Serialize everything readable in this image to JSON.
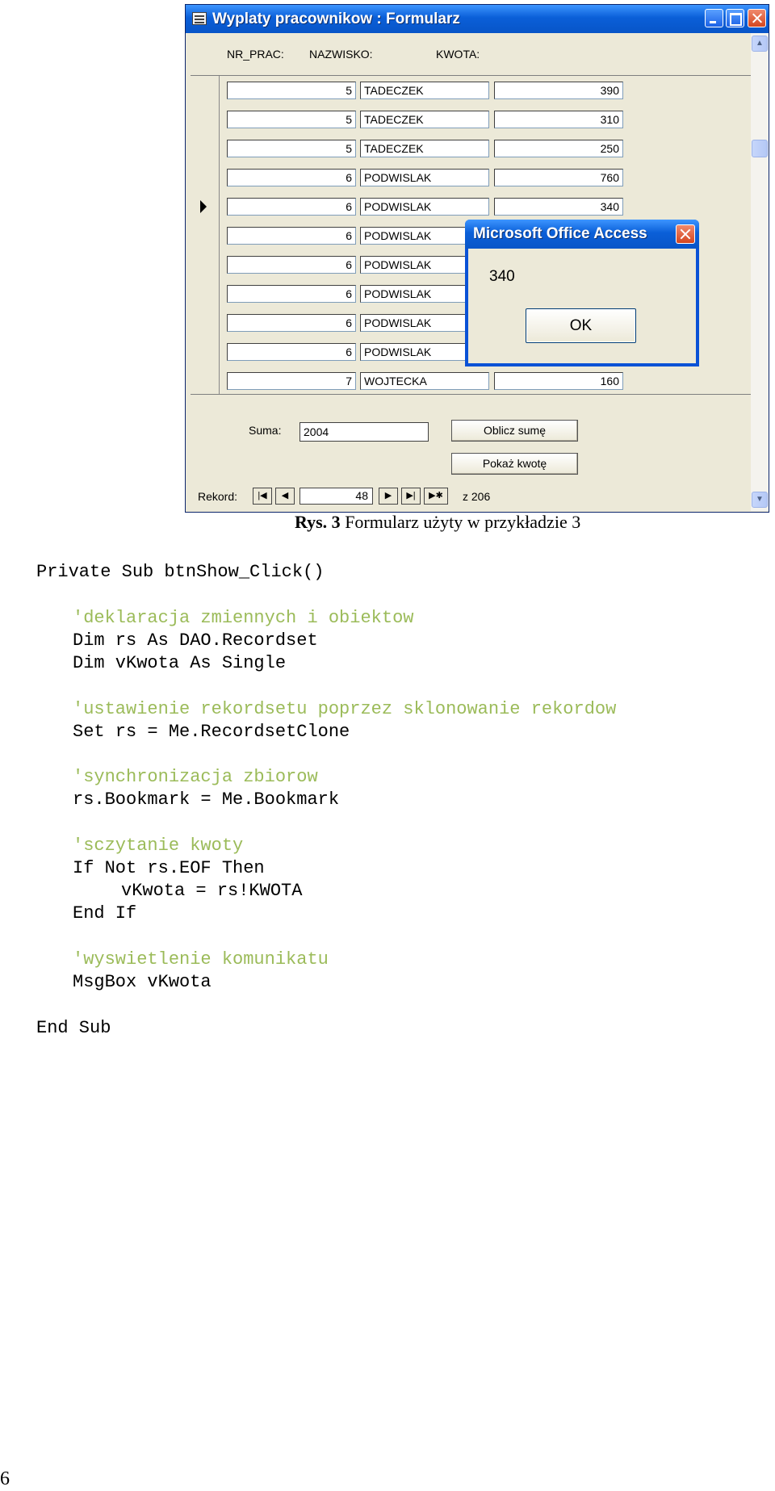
{
  "window": {
    "title": "Wyplaty pracownikow : Formularz",
    "headers": [
      "NR_PRAC:",
      "NAZWISKO:",
      "KWOTA:"
    ],
    "rows": [
      {
        "nr": "5",
        "nazwisko": "TADECZEK",
        "kwota": "390"
      },
      {
        "nr": "5",
        "nazwisko": "TADECZEK",
        "kwota": "310"
      },
      {
        "nr": "5",
        "nazwisko": "TADECZEK",
        "kwota": "250"
      },
      {
        "nr": "6",
        "nazwisko": "PODWISLAK",
        "kwota": "760"
      },
      {
        "nr": "6",
        "nazwisko": "PODWISLAK",
        "kwota": "340",
        "current": true
      },
      {
        "nr": "6",
        "nazwisko": "PODWISLAK",
        "kwota": ""
      },
      {
        "nr": "6",
        "nazwisko": "PODWISLAK",
        "kwota": ""
      },
      {
        "nr": "6",
        "nazwisko": "PODWISLAK",
        "kwota": ""
      },
      {
        "nr": "6",
        "nazwisko": "PODWISLAK",
        "kwota": ""
      },
      {
        "nr": "6",
        "nazwisko": "PODWISLAK",
        "kwota": ""
      },
      {
        "nr": "7",
        "nazwisko": "WOJTECKA",
        "kwota": "160"
      }
    ],
    "suma_label": "Suma:",
    "suma_value": "2004",
    "btn_oblicz": "Oblicz sumę",
    "btn_pokaz": "Pokaż kwotę",
    "nav": {
      "label": "Rekord:",
      "record": "48",
      "total": "z 206",
      "first_icon": "first-record-icon",
      "prev_icon": "prev-record-icon",
      "next_icon": "next-record-icon",
      "last_icon": "last-record-icon",
      "new_icon": "new-record-icon"
    }
  },
  "dialog": {
    "title": "Microsoft Office Access",
    "message": "340",
    "ok": "OK"
  },
  "caption": {
    "bold": "Rys. 3",
    "text": " Formularz użyty w przykładzie 3"
  },
  "code": [
    {
      "text": "Private Sub btnShow_Click()",
      "type": "code",
      "indent": 0
    },
    {
      "text": "'deklaracja zmiennych i obiektow",
      "type": "comment",
      "indent": 1
    },
    {
      "text": "Dim rs As DAO.Recordset",
      "type": "code",
      "indent": 1
    },
    {
      "text": "Dim vKwota As Single",
      "type": "code",
      "indent": 1
    },
    {
      "text": "'ustawienie rekordsetu poprzez sklonowanie rekordow",
      "type": "comment",
      "indent": 1
    },
    {
      "text": "Set rs = Me.RecordsetClone",
      "type": "code",
      "indent": 1
    },
    {
      "text": "'synchronizacja zbiorow",
      "type": "comment",
      "indent": 1
    },
    {
      "text": "rs.Bookmark = Me.Bookmark",
      "type": "code",
      "indent": 1
    },
    {
      "text": "'sczytanie kwoty",
      "type": "comment",
      "indent": 1
    },
    {
      "text": "If Not rs.EOF Then",
      "type": "code",
      "indent": 1
    },
    {
      "text": "vKwota = rs!KWOTA",
      "type": "code",
      "indent": 2
    },
    {
      "text": "End If",
      "type": "code",
      "indent": 1
    },
    {
      "text": "'wyswietlenie komunikatu",
      "type": "comment",
      "indent": 1
    },
    {
      "text": "MsgBox vKwota",
      "type": "code",
      "indent": 1
    },
    {
      "text": "End Sub",
      "type": "code",
      "indent": 0
    }
  ],
  "page_number": "6"
}
